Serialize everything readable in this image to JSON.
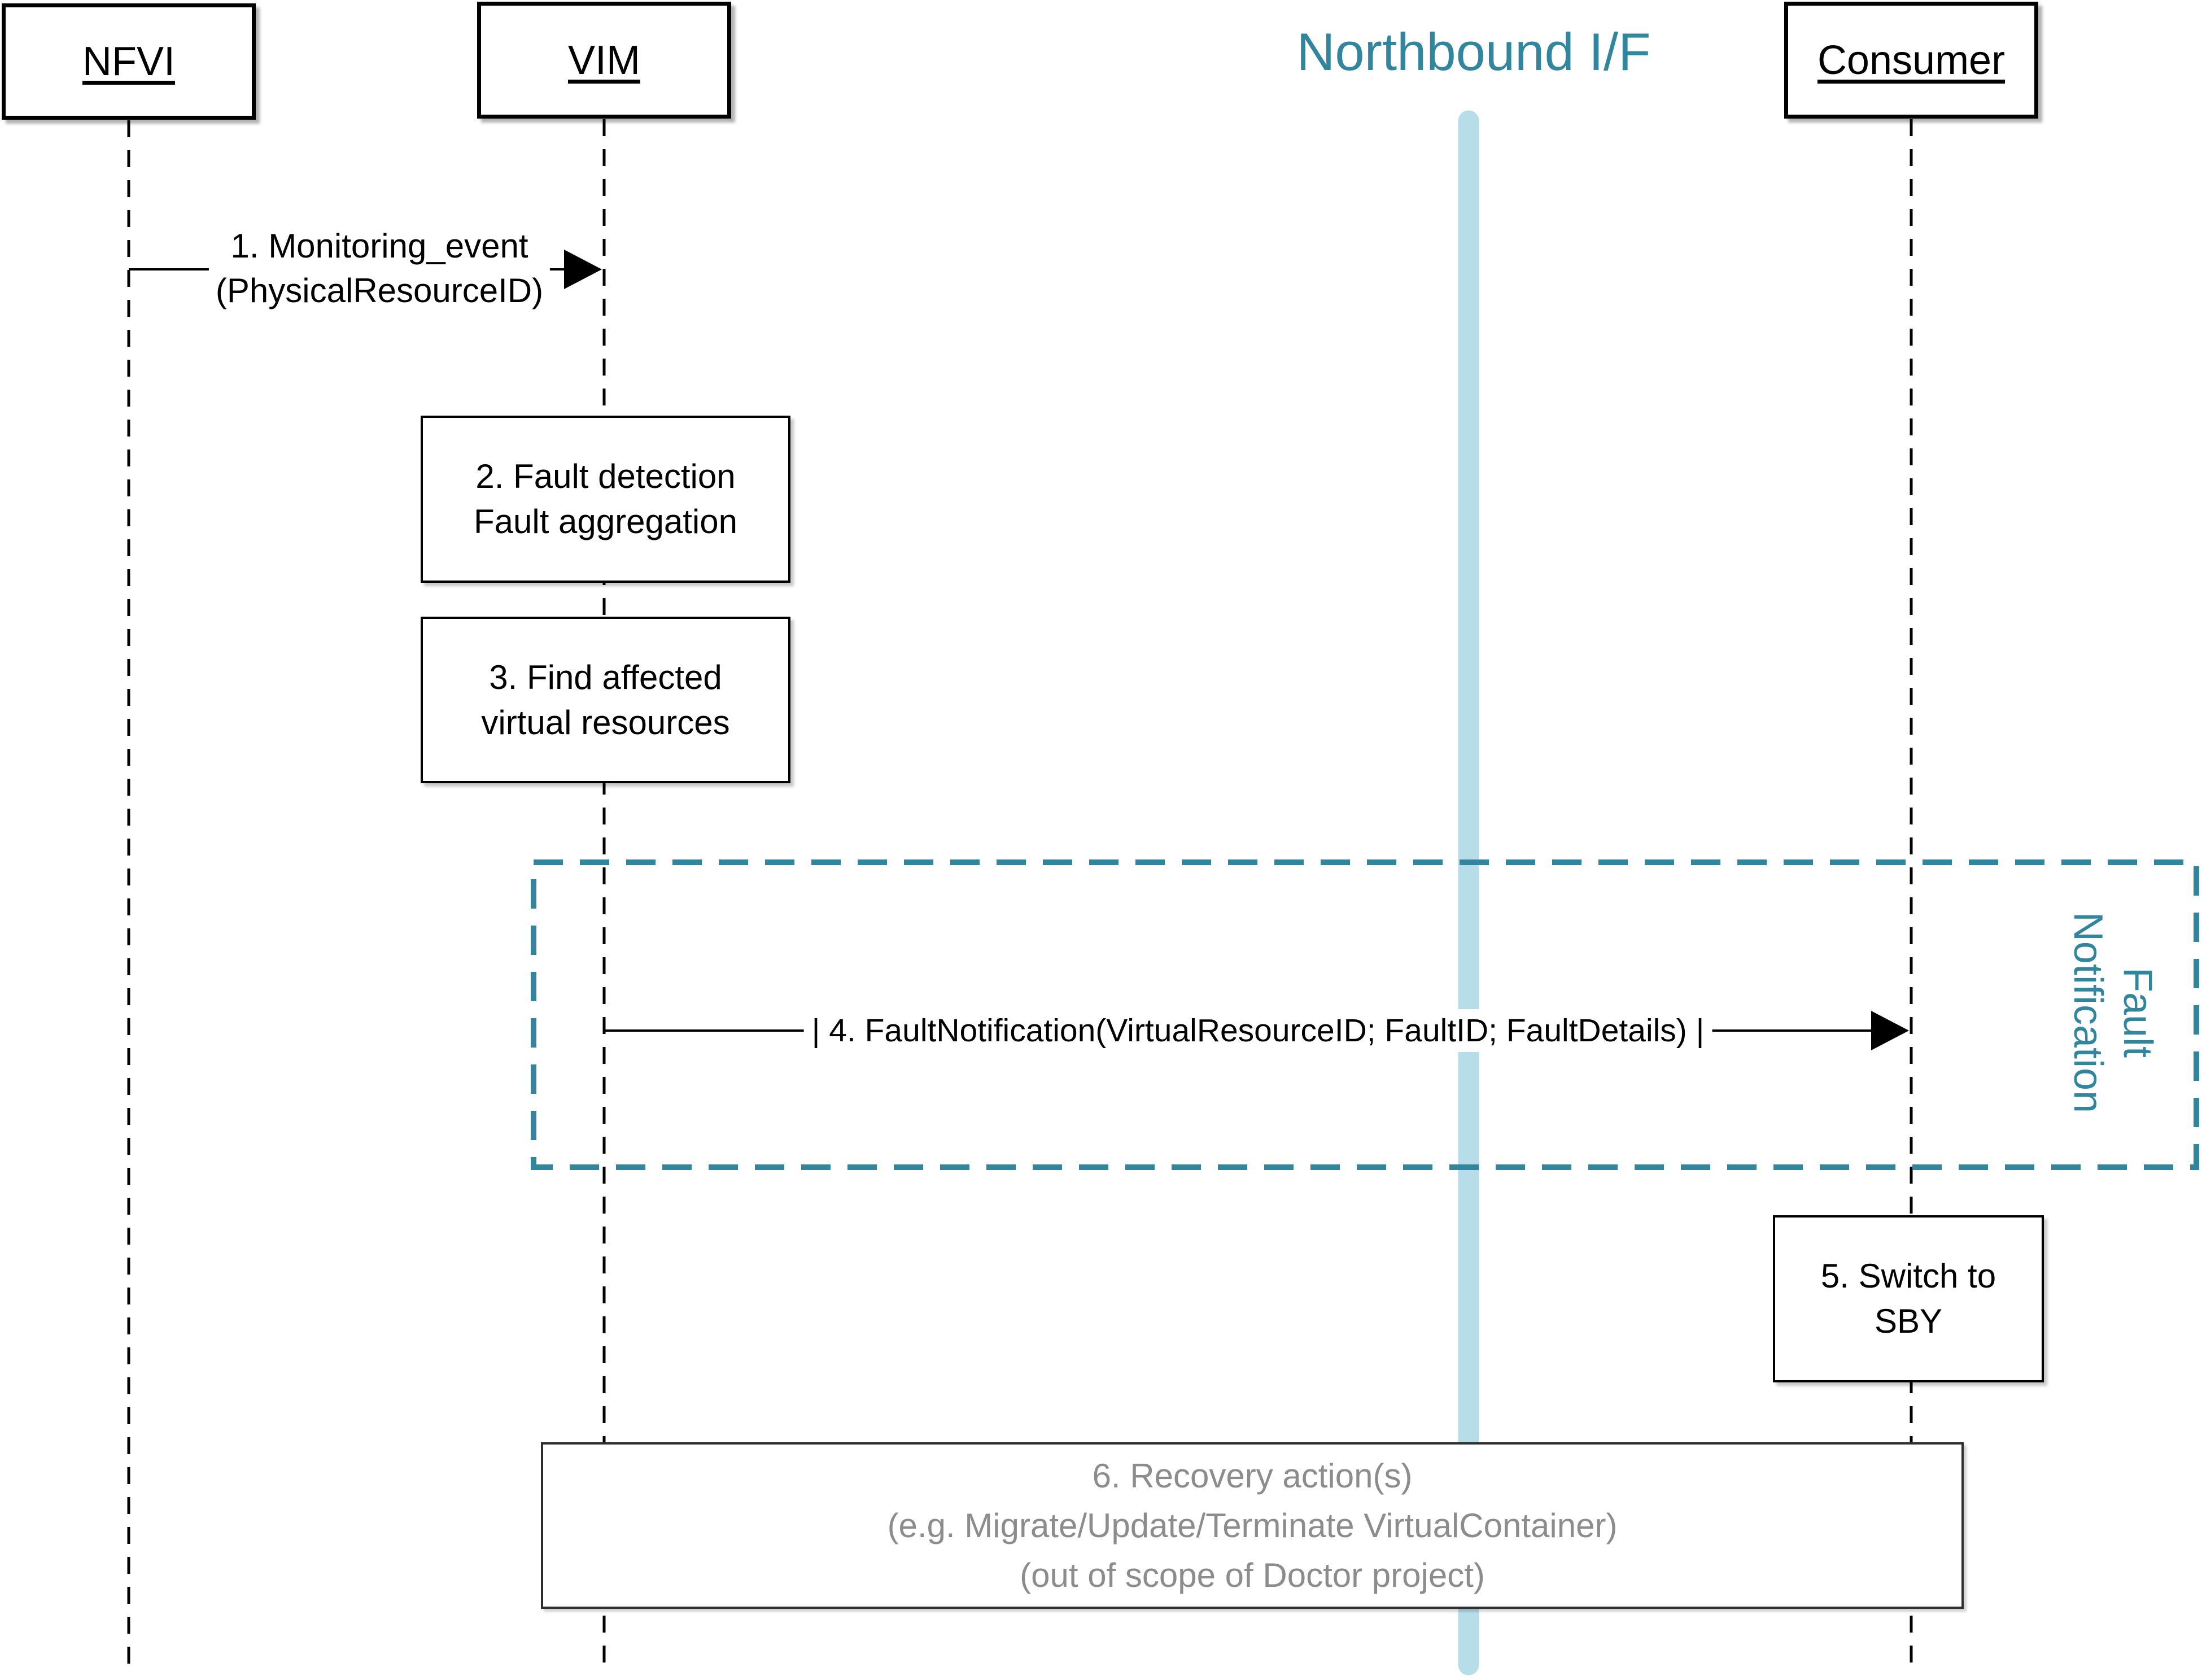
{
  "diagram": {
    "northbound_title": "Northbound I/F",
    "actors": {
      "nfvi": {
        "label": "NFVI"
      },
      "vim": {
        "label": "VIM"
      },
      "consumer": {
        "label": "Consumer"
      }
    },
    "messages": {
      "msg1": {
        "line1": "1. Monitoring_event",
        "line2": "(PhysicalResourceID)"
      },
      "msg4": {
        "label": "| 4. FaultNotification(VirtualResourceID; FaultID; FaultDetails) |"
      }
    },
    "activities": {
      "box2": {
        "line1": "2. Fault detection",
        "line2": "Fault aggregation"
      },
      "box3": {
        "line1": "3. Find affected",
        "line2": "virtual resources"
      },
      "box5": {
        "line1": "5. Switch to",
        "line2": "SBY"
      },
      "box6": {
        "line1": "6. Recovery action(s)",
        "line2": "(e.g. Migrate/Update/Terminate VirtualContainer)",
        "line3": "(out of scope of Doctor project)"
      }
    },
    "frame": {
      "line1": "Fault",
      "line2": "Notification"
    },
    "colors": {
      "teal": "#31859C",
      "light_blue": "#B7DDE8",
      "gray_text": "#8C8C8C",
      "line_black": "#000000"
    }
  }
}
